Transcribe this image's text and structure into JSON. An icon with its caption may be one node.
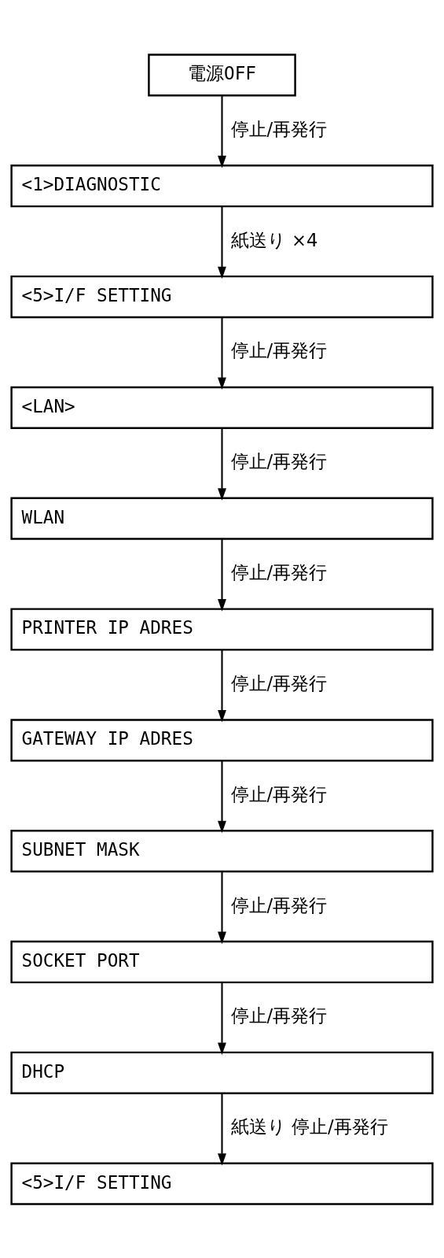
{
  "diagram": {
    "nodes": [
      {
        "text": [
          "電源OFF"
        ]
      },
      {
        "text": [
          "<1>DIAGNOSTIC"
        ]
      },
      {
        "text": [
          "<5>I/F SETTING"
        ]
      },
      {
        "text": [
          "<LAN>"
        ]
      },
      {
        "text": [
          "WLAN"
        ]
      },
      {
        "text": [
          "PRINTER IP ADRES"
        ]
      },
      {
        "text": [
          "GATEWAY IP ADRES"
        ]
      },
      {
        "text": [
          "SUBNET MASK"
        ]
      },
      {
        "text": [
          "SOCKET PORT"
        ]
      },
      {
        "text": [
          "DHCP"
        ]
      },
      {
        "text": [
          "<5>I/F SETTING"
        ]
      }
    ],
    "edges": [
      {
        "from": 0,
        "to": 1,
        "arrow": "to",
        "label": "停止/再発行"
      },
      {
        "from": 1,
        "to": 2,
        "arrow": "to",
        "label": "紙送り ×4"
      },
      {
        "from": 2,
        "to": 3,
        "arrow": "to",
        "label": "停止/再発行"
      },
      {
        "from": 3,
        "to": 4,
        "arrow": "to",
        "label": "停止/再発行"
      },
      {
        "from": 4,
        "to": 5,
        "arrow": "to",
        "label": "停止/再発行"
      },
      {
        "from": 5,
        "to": 6,
        "arrow": "to",
        "label": "停止/再発行"
      },
      {
        "from": 6,
        "to": 7,
        "arrow": "to",
        "label": "停止/再発行"
      },
      {
        "from": 7,
        "to": 8,
        "arrow": "to",
        "label": "停止/再発行"
      },
      {
        "from": 8,
        "to": 9,
        "arrow": "to",
        "label": "停止/再発行"
      },
      {
        "from": 9,
        "to": 10,
        "arrow": "to",
        "label": "紙送り 停止/再発行"
      }
    ]
  }
}
